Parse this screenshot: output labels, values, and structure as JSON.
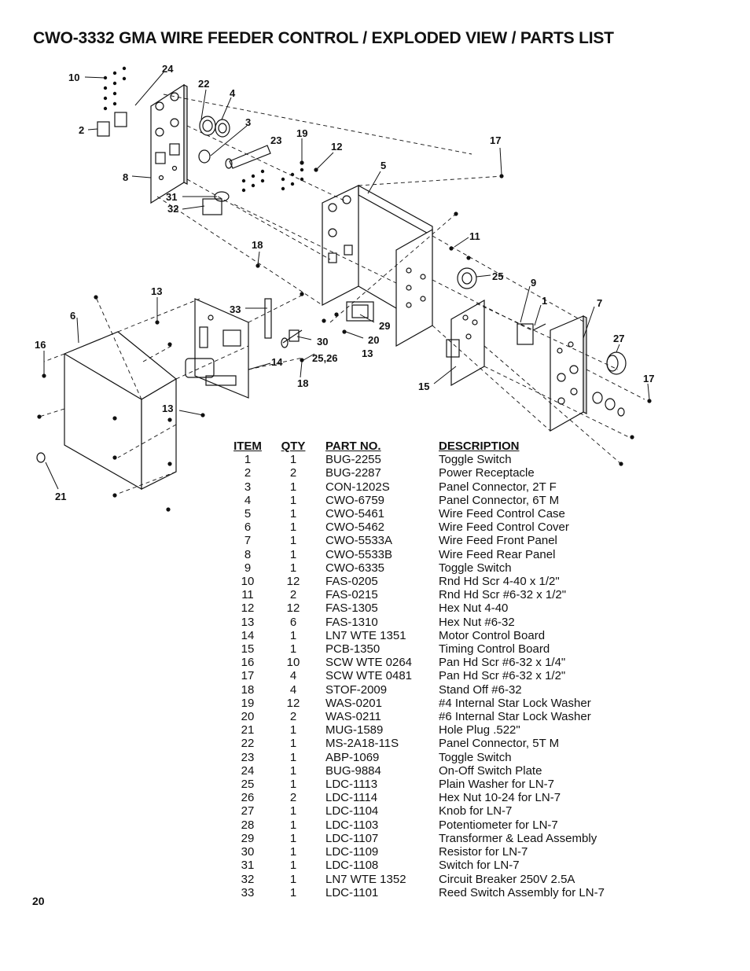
{
  "title": "CWO-3332 GMA WIRE FEEDER CONTROL / EXPLODED VIEW / PARTS LIST",
  "page_number": "20",
  "callouts": [
    "10",
    "24",
    "22",
    "4",
    "2",
    "3",
    "23",
    "19",
    "12",
    "5",
    "17",
    "8",
    "31",
    "32",
    "18",
    "11",
    "25",
    "9",
    "1",
    "7",
    "13",
    "33",
    "29",
    "6",
    "30",
    "20",
    "13",
    "16",
    "14",
    "25,26",
    "27",
    "18",
    "17",
    "15",
    "13",
    "21"
  ],
  "parts_list": {
    "headers": {
      "item": "ITEM",
      "qty": "QTY",
      "part_no": "PART NO.",
      "description": "DESCRIPTION"
    },
    "rows": [
      {
        "item": "1",
        "qty": "1",
        "part_no": "BUG-2255",
        "description": "Toggle Switch"
      },
      {
        "item": "2",
        "qty": "2",
        "part_no": "BUG-2287",
        "description": "Power Receptacle"
      },
      {
        "item": "3",
        "qty": "1",
        "part_no": "CON-1202S",
        "description": "Panel Connector, 2T F"
      },
      {
        "item": "4",
        "qty": "1",
        "part_no": "CWO-6759",
        "description": "Panel Connector, 6T M"
      },
      {
        "item": "5",
        "qty": "1",
        "part_no": "CWO-5461",
        "description": "Wire Feed Control Case"
      },
      {
        "item": "6",
        "qty": "1",
        "part_no": "CWO-5462",
        "description": "Wire Feed Control Cover"
      },
      {
        "item": "7",
        "qty": "1",
        "part_no": "CWO-5533A",
        "description": "Wire Feed Front Panel"
      },
      {
        "item": "8",
        "qty": "1",
        "part_no": "CWO-5533B",
        "description": "Wire Feed Rear Panel"
      },
      {
        "item": "9",
        "qty": "1",
        "part_no": "CWO-6335",
        "description": "Toggle Switch"
      },
      {
        "item": "10",
        "qty": "12",
        "part_no": "FAS-0205",
        "description": "Rnd Hd Scr 4-40 x 1/2\""
      },
      {
        "item": "11",
        "qty": "2",
        "part_no": "FAS-0215",
        "description": "Rnd Hd Scr #6-32 x 1/2\""
      },
      {
        "item": "12",
        "qty": "12",
        "part_no": "FAS-1305",
        "description": "Hex Nut 4-40"
      },
      {
        "item": "13",
        "qty": "6",
        "part_no": "FAS-1310",
        "description": "Hex Nut #6-32"
      },
      {
        "item": "14",
        "qty": "1",
        "part_no": "LN7 WTE 1351",
        "description": "Motor Control Board"
      },
      {
        "item": "15",
        "qty": "1",
        "part_no": "PCB-1350",
        "description": "Timing Control Board"
      },
      {
        "item": "16",
        "qty": "10",
        "part_no": "SCW WTE 0264",
        "description": "Pan Hd Scr #6-32 x 1/4\""
      },
      {
        "item": "17",
        "qty": "4",
        "part_no": "SCW WTE 0481",
        "description": "Pan Hd Scr #6-32 x 1/2\""
      },
      {
        "item": "18",
        "qty": "4",
        "part_no": "STOF-2009",
        "description": "Stand Off #6-32"
      },
      {
        "item": "19",
        "qty": "12",
        "part_no": "WAS-0201",
        "description": "#4 Internal Star Lock Washer"
      },
      {
        "item": "20",
        "qty": "2",
        "part_no": "WAS-0211",
        "description": "#6 Internal Star Lock Washer"
      },
      {
        "item": "21",
        "qty": "1",
        "part_no": "MUG-1589",
        "description": "Hole Plug .522\""
      },
      {
        "item": "22",
        "qty": "1",
        "part_no": "MS-2A18-11S",
        "description": "Panel Connector, 5T M"
      },
      {
        "item": "23",
        "qty": "1",
        "part_no": "ABP-1069",
        "description": "Toggle Switch"
      },
      {
        "item": "24",
        "qty": "1",
        "part_no": "BUG-9884",
        "description": "On-Off Switch Plate"
      },
      {
        "item": "25",
        "qty": "1",
        "part_no": "LDC-1113",
        "description": "Plain Washer for LN-7"
      },
      {
        "item": "26",
        "qty": "2",
        "part_no": "LDC-1114",
        "description": "Hex Nut 10-24 for LN-7"
      },
      {
        "item": "27",
        "qty": "1",
        "part_no": "LDC-1104",
        "description": "Knob for LN-7"
      },
      {
        "item": "28",
        "qty": "1",
        "part_no": "LDC-1103",
        "description": "Potentiometer for LN-7"
      },
      {
        "item": "29",
        "qty": "1",
        "part_no": "LDC-1107",
        "description": "Transformer & Lead Assembly"
      },
      {
        "item": "30",
        "qty": "1",
        "part_no": "LDC-1109",
        "description": "Resistor for LN-7"
      },
      {
        "item": "31",
        "qty": "1",
        "part_no": "LDC-1108",
        "description": "Switch for LN-7"
      },
      {
        "item": "32",
        "qty": "1",
        "part_no": "LN7 WTE 1352",
        "description": "Circuit Breaker 250V 2.5A"
      },
      {
        "item": "33",
        "qty": "1",
        "part_no": "LDC-1101",
        "description": "Reed Switch Assembly for LN-7"
      }
    ]
  }
}
